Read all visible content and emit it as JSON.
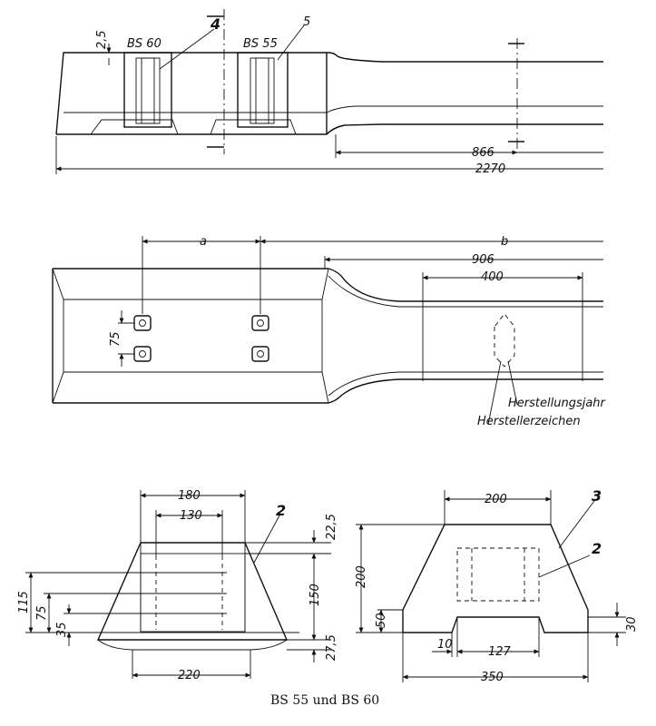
{
  "top_view": {
    "label_bs60": "BS 60",
    "label_bs55": "BS 55",
    "label_4": "4",
    "label_5": "5",
    "dim_2_5": "2,5",
    "dim_866": "866",
    "dim_2270": "2270"
  },
  "middle_view": {
    "dim_a": "a",
    "dim_b": "b",
    "dim_906": "906",
    "dim_400": "400",
    "dim_75": "75",
    "label_herstellungsjahr": "Herstellungsjahr",
    "label_herstellerzeichen": "Herstellerzeichen"
  },
  "section_left": {
    "dim_180": "180",
    "dim_130": "130",
    "dim_220": "220",
    "dim_22_5": "22,5",
    "dim_150": "150",
    "dim_27_5": "27,5",
    "dim_115": "115",
    "dim_75": "75",
    "dim_35": "35",
    "label_2": "2"
  },
  "section_right": {
    "dim_200_top": "200",
    "dim_200_side": "200",
    "dim_50": "50",
    "dim_30": "30",
    "dim_10": "10",
    "dim_127": "127",
    "dim_350": "350",
    "label_3": "3",
    "label_2": "2"
  },
  "caption": "BS 55 und BS 60"
}
